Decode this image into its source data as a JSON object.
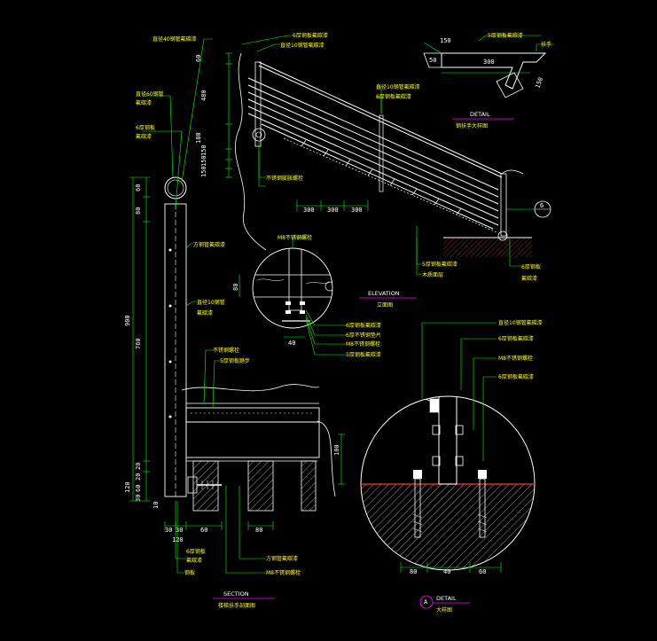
{
  "colors": {
    "background": "#000000",
    "structure": "#ffffff",
    "dimension": "#00ff00",
    "leader": "#00ff00",
    "label": "#ffff00",
    "accent": "#ff00ff",
    "hatch": "#ff3333",
    "wood": "#ffffff"
  },
  "elevation": {
    "title": "ELEVATION",
    "subtitle": "立面图",
    "dims_horizontal": [
      "300",
      "300",
      "300"
    ],
    "dims_vertical": [
      "60",
      "480",
      "180",
      "150",
      "150",
      "150"
    ],
    "labels": [
      "6厚钢板氟碳漆",
      "直径10钢管氟碳漆",
      "直径10钢管氟碳漆",
      "6厚钢板氟碳漆",
      "不锈钢膨胀螺栓",
      "5厚钢板氟碳漆",
      "木质面层",
      "6厚钢板",
      "氟碳漆"
    ]
  },
  "handrail_detail": {
    "title": "DETAIL",
    "subtitle": "钢扶手大样图",
    "dims": [
      "150",
      "300",
      "50",
      "150"
    ],
    "labels": [
      "5厚钢板氟碳漆",
      "扶手"
    ]
  },
  "section": {
    "title": "SECTION",
    "subtitle": "楼梯扶手剖面图",
    "dims_vertical": [
      "60",
      "80",
      "900",
      "760",
      "20",
      "120",
      "20",
      "30",
      "60",
      "10"
    ],
    "dims_horizontal": [
      "30",
      "30",
      "60",
      "120",
      "80"
    ],
    "labels": [
      "直径40钢管氟碳漆",
      "直径60钢管",
      "氟碳漆",
      "6厚钢板",
      "氟碳漆",
      "方钢管氟碳漆",
      "直径10钢管",
      "氟碳漆",
      "不锈钢螺栓",
      "5厚钢板踏步",
      "6厚钢板",
      "氟碳漆",
      "钢板",
      "方钢管氟碳漆",
      "M8不锈钢螺栓"
    ]
  },
  "bolt_detail": {
    "dims": [
      "80",
      "40"
    ],
    "labels": [
      "M8不锈钢螺栓",
      "6厚钢板氟碳漆",
      "6厚不锈钢垫片",
      "M8不锈钢螺栓",
      "5厚钢板氟碳漆"
    ]
  },
  "anchor_detail": {
    "title": "DETAIL",
    "subtitle": "大样图",
    "marker": "A",
    "dims": [
      "100",
      "80",
      "40",
      "60"
    ],
    "labels": [
      "直径10钢管氟碳漆",
      "6厚钢板氟碳漆",
      "M8不锈钢螺栓",
      "6厚钢板氟碳漆"
    ]
  },
  "callout_marker": "6"
}
